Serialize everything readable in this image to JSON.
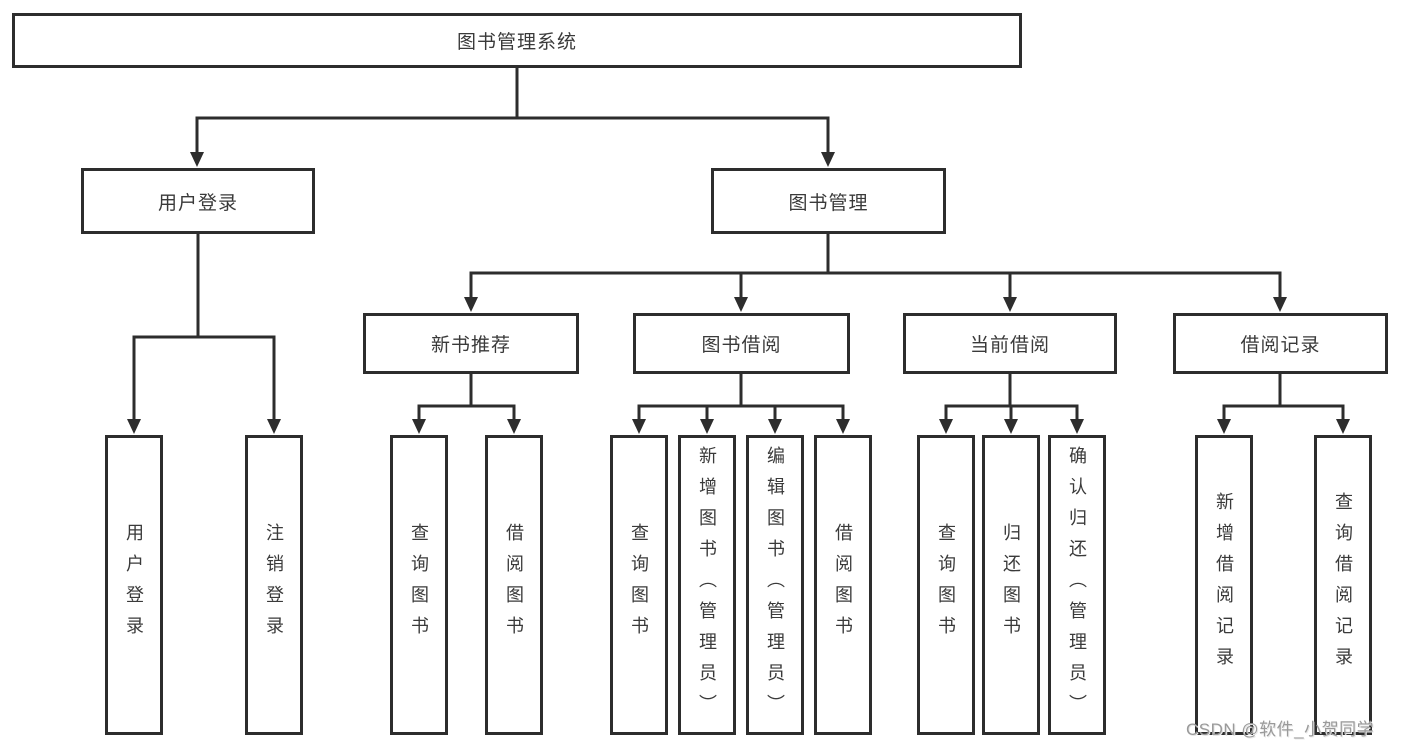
{
  "diagram": {
    "title": "图书管理系统",
    "line_color": "#2d2d2d",
    "text_color": "#3a3a3a",
    "branches": {
      "user_login": {
        "label": "用户登录",
        "children": [
          "用户登录",
          "注销登录"
        ]
      },
      "book_mgmt": {
        "label": "图书管理",
        "sections": {
          "new_book_rec": {
            "label": "新书推荐",
            "children": [
              "查询图书",
              "借阅图书"
            ]
          },
          "book_borrow": {
            "label": "图书借阅",
            "children": [
              "查询图书",
              "新增图书（管理员）",
              "编辑图书（管理员）",
              "借阅图书"
            ]
          },
          "current_borrow": {
            "label": "当前借阅",
            "children": [
              "查询图书",
              "归还图书",
              "确认归还（管理员）"
            ]
          },
          "borrow_records": {
            "label": "借阅记录",
            "children": [
              "新增借阅记录",
              "查询借阅记录"
            ]
          }
        }
      }
    }
  },
  "watermark": {
    "text": "CSDN @软件_小贺同学",
    "color": "#9a9a9a"
  }
}
